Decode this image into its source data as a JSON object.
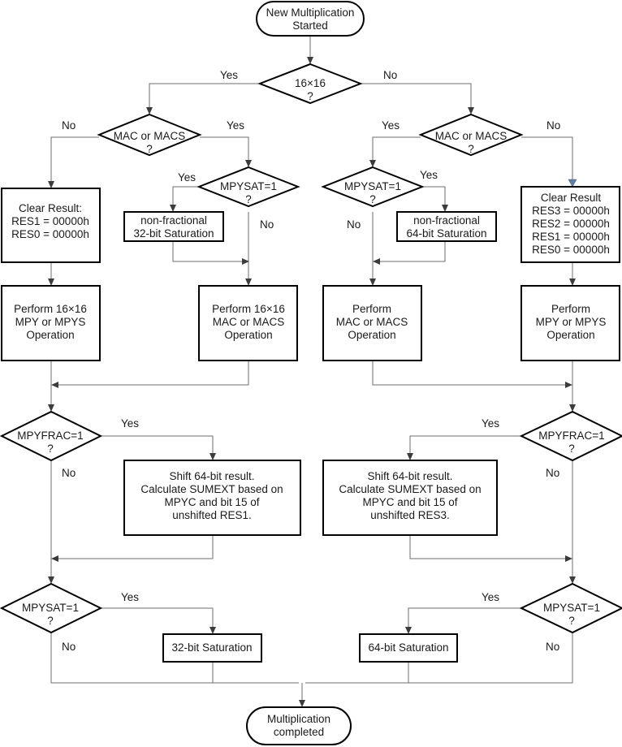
{
  "start": [
    "New Multiplication",
    "Started"
  ],
  "end": [
    "Multiplication",
    "completed"
  ],
  "yes": "Yes",
  "no": "No",
  "d_16x16": [
    "16×16",
    "?"
  ],
  "d_mac_left": [
    "MAC or MACS",
    "?"
  ],
  "d_mac_right": [
    "MAC or MACS",
    "?"
  ],
  "d_mpysat_left": [
    "MPYSAT=1",
    "?"
  ],
  "d_mpysat_right": [
    "MPYSAT=1",
    "?"
  ],
  "b_clear_left": [
    "Clear Result:",
    "RES1 = 00000h",
    "RES0 = 00000h"
  ],
  "b_nonfrac_32": [
    "non-fractional",
    "32-bit Saturation"
  ],
  "b_nonfrac_64": [
    "non-fractional",
    "64-bit Saturation"
  ],
  "b_clear_right": [
    "Clear Result",
    "RES3 = 00000h",
    "RES2 = 00000h",
    "RES1 = 00000h",
    "RES0 = 00000h"
  ],
  "b_perform_mpy_16": [
    "Perform 16×16",
    "MPY or MPYS",
    "Operation"
  ],
  "b_perform_mac_16": [
    "Perform 16×16",
    "MAC or MACS",
    "Operation"
  ],
  "b_perform_mac": [
    "Perform",
    "MAC or MACS",
    "Operation"
  ],
  "b_perform_mpy": [
    "Perform",
    "MPY or MPYS",
    "Operation"
  ],
  "d_mpyfrac_left": [
    "MPYFRAC=1",
    "?"
  ],
  "d_mpyfrac_right": [
    "MPYFRAC=1",
    "?"
  ],
  "b_shift_left": [
    "Shift 64-bit result.",
    "Calculate SUMEXT based on",
    "MPYC and bit 15 of",
    "unshifted RES1."
  ],
  "b_shift_right": [
    "Shift 64-bit result.",
    "Calculate SUMEXT based on",
    "MPYC and bit 15 of",
    "unshifted RES3."
  ],
  "d_mpysat_bottom_left": [
    "MPYSAT=1",
    "?"
  ],
  "d_mpysat_bottom_right": [
    "MPYSAT=1",
    "?"
  ],
  "b_sat_32": [
    "32-bit Saturation"
  ],
  "b_sat_64": [
    "64-bit Saturation"
  ]
}
